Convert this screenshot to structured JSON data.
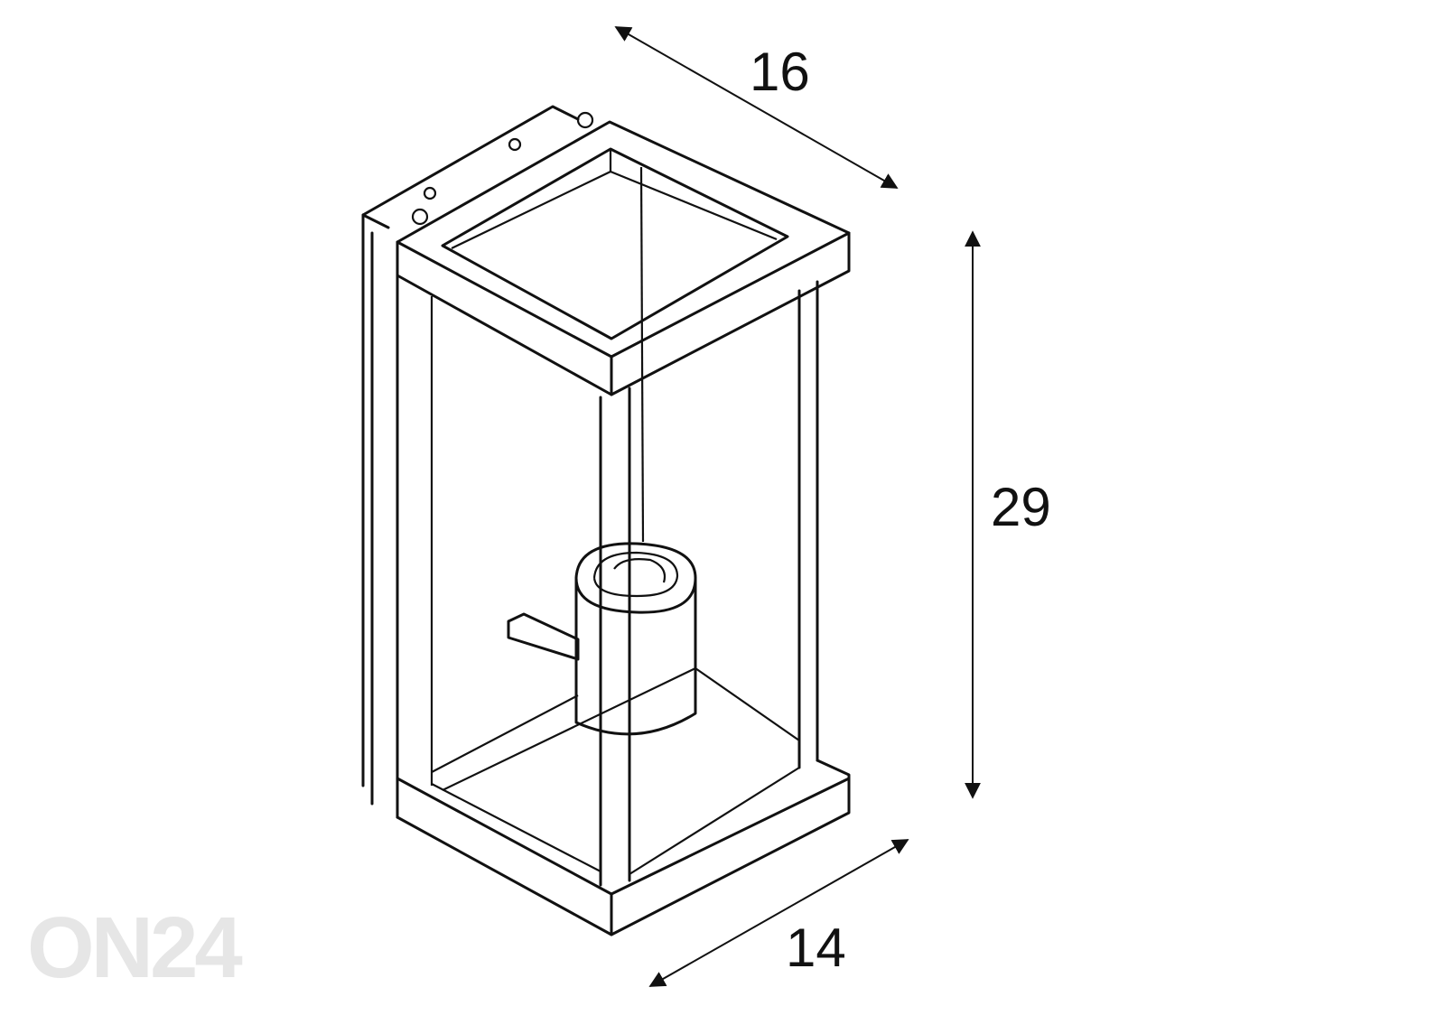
{
  "dimensions": {
    "depth": "16",
    "height": "29",
    "width": "14"
  },
  "watermark": "ON24",
  "colors": {
    "line": "#111111",
    "watermark": "#e6e6e6"
  }
}
